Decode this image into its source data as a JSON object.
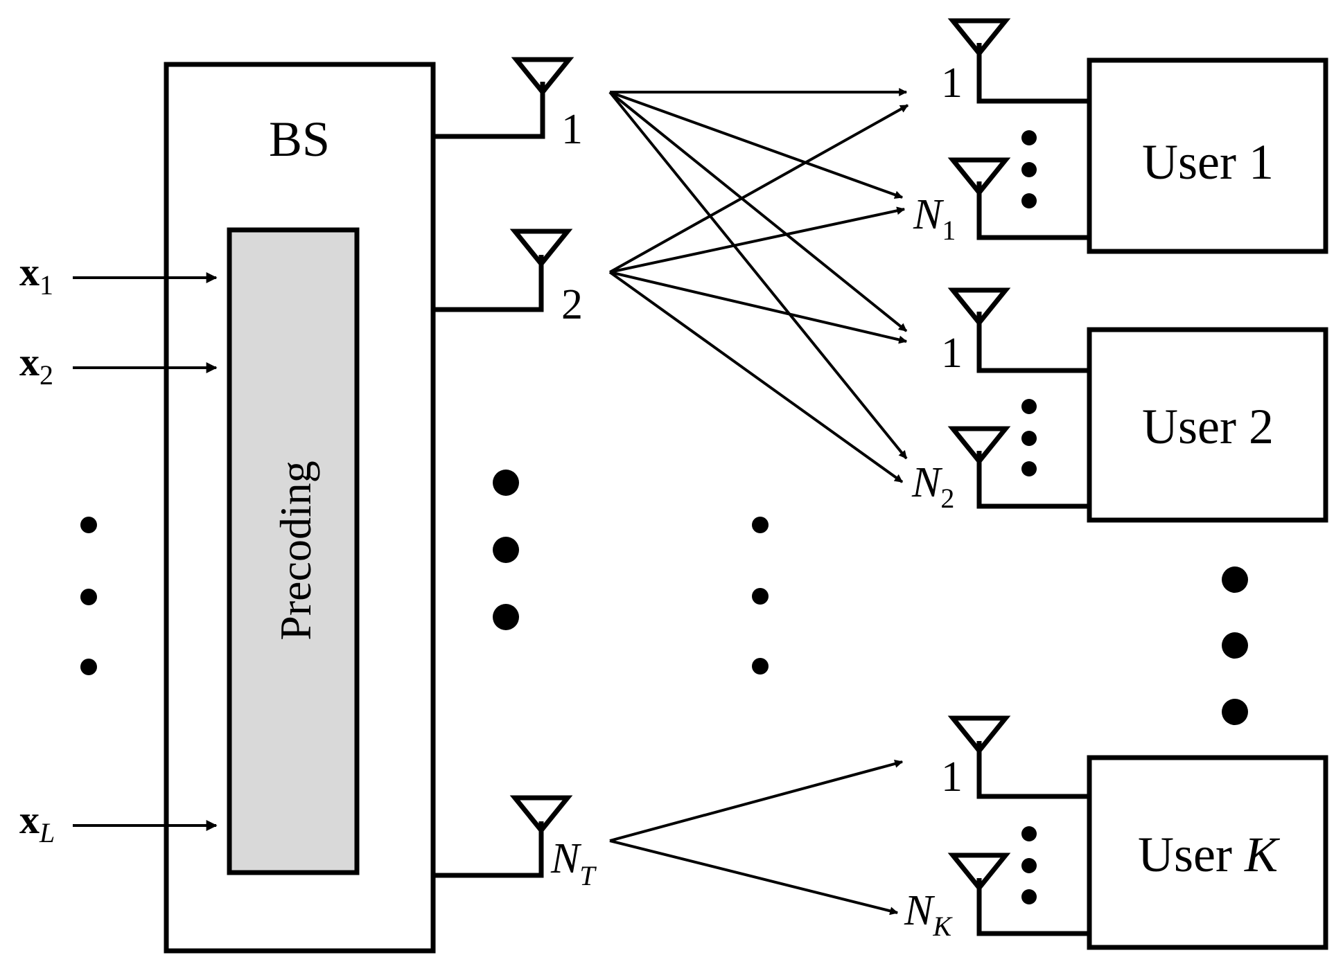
{
  "base_station": {
    "title": "BS",
    "precoding_label": "Precoding",
    "antenna_labels": [
      "1",
      "2"
    ],
    "last_antenna": {
      "main": "N",
      "sub": "T"
    }
  },
  "inputs": [
    {
      "main": "x",
      "sub": "1"
    },
    {
      "main": "x",
      "sub": "2"
    },
    {
      "main": "x",
      "sub": "L"
    }
  ],
  "users": [
    {
      "label": "User 1",
      "antenna_first": "1",
      "antenna_last": {
        "main": "N",
        "sub": "1"
      }
    },
    {
      "label": "User 2",
      "antenna_first": "1",
      "antenna_last": {
        "main": "N",
        "sub": "2"
      }
    },
    {
      "label_prefix": "User ",
      "label_italic": "K",
      "antenna_first": "1",
      "antenna_last": {
        "main": "N",
        "sub": "K"
      }
    }
  ],
  "colors": {
    "stroke": "#000000",
    "precoding_fill": "#d9d9d9",
    "background": "#ffffff"
  }
}
